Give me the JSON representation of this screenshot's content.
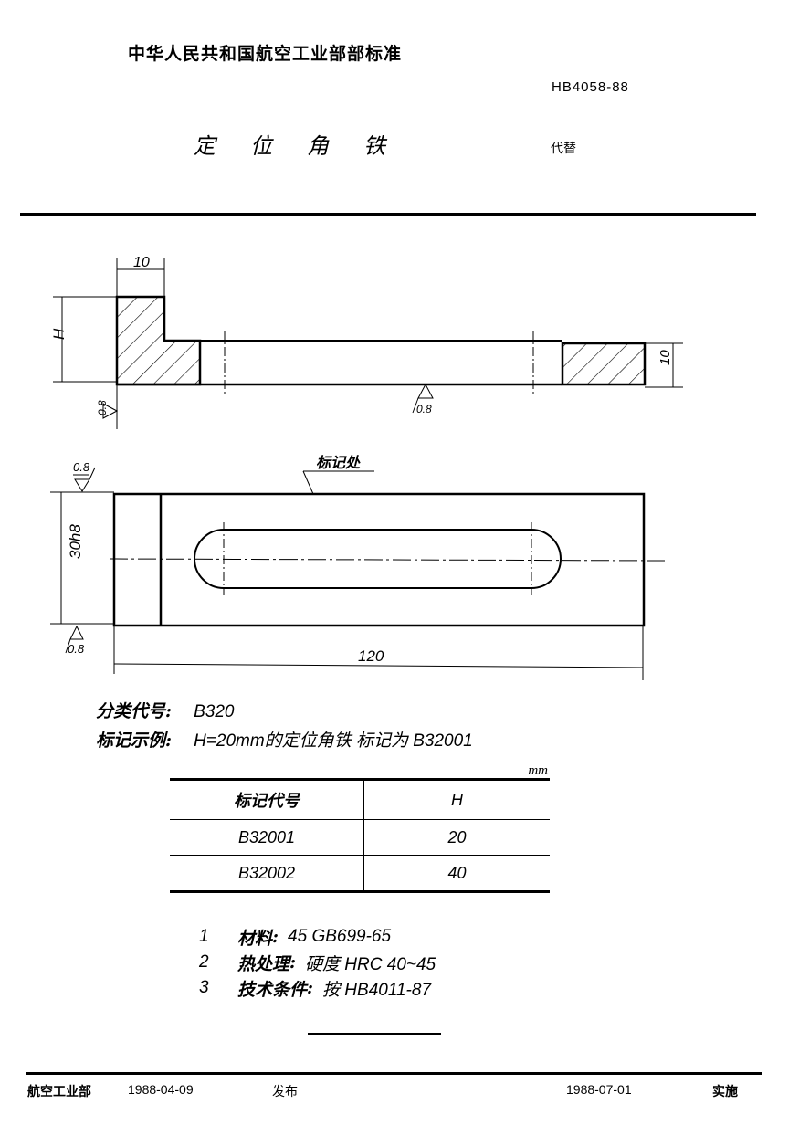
{
  "header": {
    "standard_body": "中华人民共和国航空工业部部标准",
    "standard_number": "HB4058-88",
    "title_chars": [
      "定",
      "位",
      "角",
      "铁"
    ],
    "replaces": "代替"
  },
  "drawing": {
    "front_view": {
      "dim_top_width": "10",
      "dim_height": "H",
      "dim_right_thickness": "10",
      "surface_left": "0.8",
      "surface_bottom": "0.8"
    },
    "top_view": {
      "surface_top_left": "0.8",
      "marking_label": "标记处",
      "dim_width": "30h8",
      "surface_bottom_left": "0.8",
      "dim_length": "120"
    }
  },
  "info": {
    "classification_label": "分类代号",
    "classification_value": "B320",
    "example_label": "标记示例",
    "example_value": "H=20mm的定位角铁  标记为 B32001"
  },
  "table": {
    "unit": "mm",
    "headers": [
      "标记代号",
      "H"
    ],
    "rows": [
      [
        "B32001",
        "20"
      ],
      [
        "B32002",
        "40"
      ]
    ]
  },
  "notes": [
    {
      "num": "1",
      "key": "材料",
      "value": "45   GB699-65"
    },
    {
      "num": "2",
      "key": "热处理",
      "value": "硬度 HRC 40~45"
    },
    {
      "num": "3",
      "key": "技术条件",
      "value": "按 HB4011-87"
    }
  ],
  "footer": {
    "issuer": "航空工业部",
    "issue_date": "1988-04-09",
    "issued_label": "发布",
    "effective_date": "1988-07-01",
    "effective_label": "实施"
  }
}
